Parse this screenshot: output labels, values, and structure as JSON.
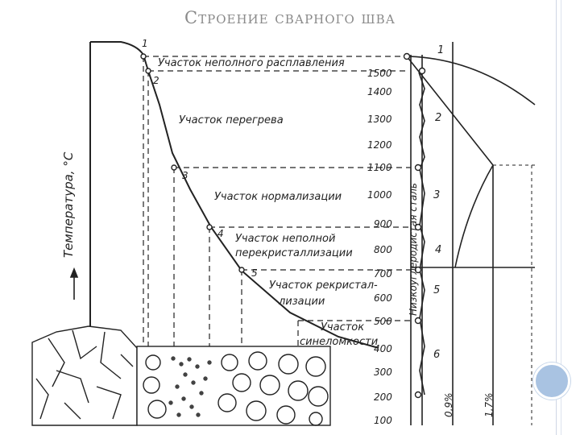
{
  "title": "Строение сварного шва",
  "y_axis_label": "Температура, °C",
  "zones": [
    {
      "number": "1",
      "line1": "Участок неполного расплавления",
      "line2": ""
    },
    {
      "number": "2",
      "line1": "Участок перегрева",
      "line2": ""
    },
    {
      "number": "3",
      "line1": "Участок нормализации",
      "line2": ""
    },
    {
      "number": "4",
      "line1": "Участок неполной",
      "line2": "перекристаллизации"
    },
    {
      "number": "5",
      "line1": "Участок рекристал-",
      "line2": "лизации"
    },
    {
      "number": "",
      "line1": "Участок",
      "line2": "синеломкости"
    }
  ],
  "curve_points": [
    "1",
    "2",
    "3",
    "4",
    "5"
  ],
  "temperature_ticks": [
    "1500",
    "1400",
    "1300",
    "1200",
    "1100",
    "1000",
    "900",
    "800",
    "700",
    "600",
    "500",
    "400",
    "300",
    "200",
    "100"
  ],
  "steel_axis_label": "Низкоуглеродистая сталь",
  "right_zone_numbers": [
    "1",
    "2",
    "3",
    "4",
    "5",
    "6"
  ],
  "carbon_labels": [
    "0,9%",
    "1,7%"
  ],
  "colors": {
    "ink": "#222222",
    "title": "#8a8a8a",
    "accent": "#a9c3e2"
  }
}
